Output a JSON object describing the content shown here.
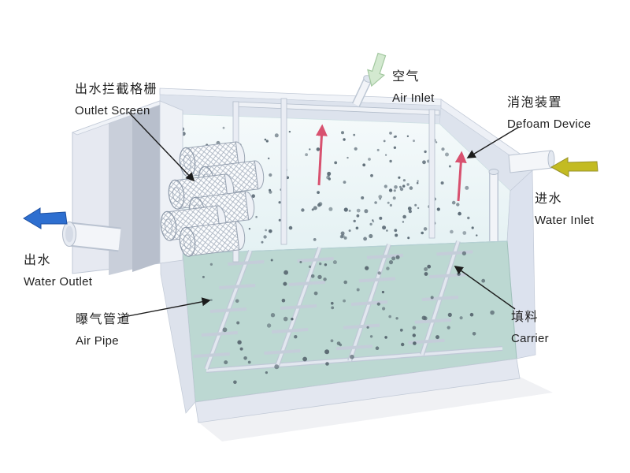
{
  "labels": {
    "outlet_screen": {
      "zh": "出水拦截格栅",
      "en": "Outlet Screen"
    },
    "air_inlet": {
      "zh": "空气",
      "en": "Air Inlet"
    },
    "defoam_device": {
      "zh": "消泡装置",
      "en": "Defoam Device"
    },
    "water_inlet": {
      "zh": "进水",
      "en": "Water Inlet"
    },
    "water_outlet": {
      "zh": "出水",
      "en": "Water Outlet"
    },
    "air_pipe": {
      "zh": "曝气管道",
      "en": "Air Pipe"
    },
    "carrier": {
      "zh": "填料",
      "en": "Carrier"
    }
  },
  "colors": {
    "water_inlet_arrow": "#c3bb22",
    "water_outlet_arrow": "#2e6fd0",
    "air_inlet_arrow": "#d3e9d0",
    "defoam_spray_arrow": "#d8516f",
    "water_surface": "#eaf4f6",
    "tank_floor": "#bcd8d2",
    "carrier_dots": "#5c6b76"
  }
}
